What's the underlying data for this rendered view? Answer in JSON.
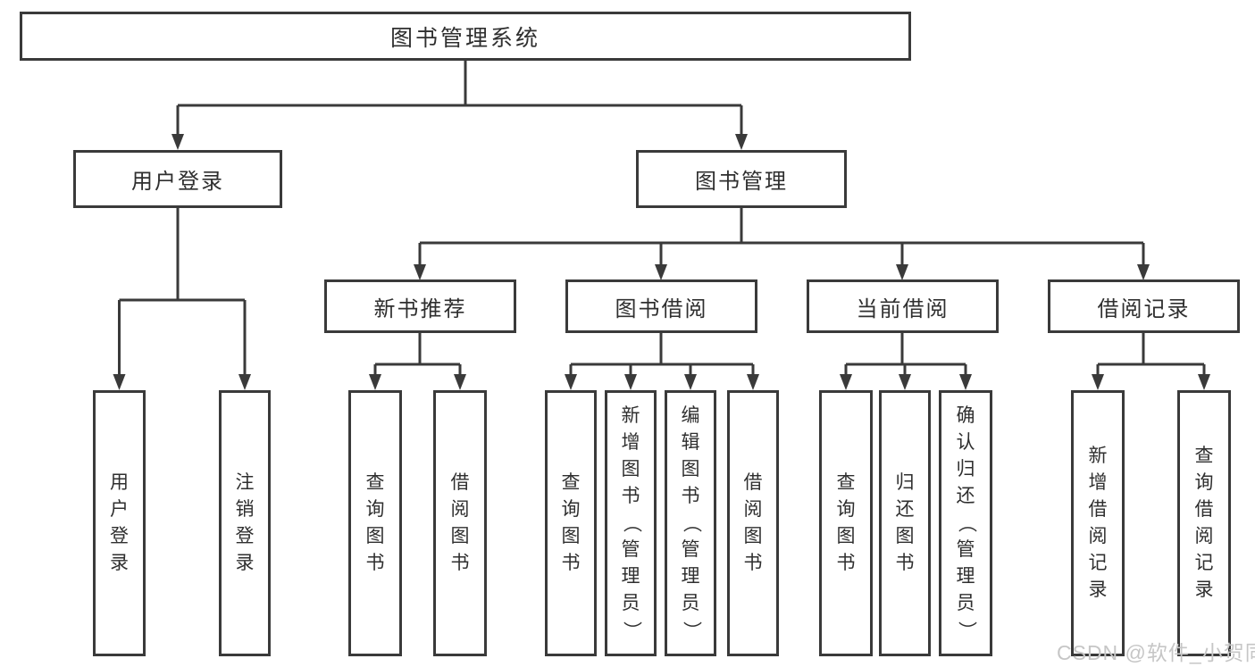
{
  "diagram": {
    "root": {
      "label": "图书管理系统",
      "children": [
        {
          "label": "用户登录",
          "children": [
            {
              "label": "用户登录"
            },
            {
              "label": "注销登录"
            }
          ]
        },
        {
          "label": "图书管理",
          "children": [
            {
              "label": "新书推荐",
              "children": [
                {
                  "label": "查询图书"
                },
                {
                  "label": "借阅图书"
                }
              ]
            },
            {
              "label": "图书借阅",
              "children": [
                {
                  "label": "查询图书"
                },
                {
                  "label": "新增图书（管理员）"
                },
                {
                  "label": "编辑图书（管理员）"
                },
                {
                  "label": "借阅图书"
                }
              ]
            },
            {
              "label": "当前借阅",
              "children": [
                {
                  "label": "查询图书"
                },
                {
                  "label": "归还图书"
                },
                {
                  "label": "确认归还（管理员）"
                }
              ]
            },
            {
              "label": "借阅记录",
              "children": [
                {
                  "label": "新增借阅记录"
                },
                {
                  "label": "查询借阅记录"
                }
              ]
            }
          ]
        }
      ]
    },
    "watermark": "CSDN @软件_小贺同学",
    "colors": {
      "line": "#3a3a3a",
      "box_border": "#3a3a3a",
      "text": "#2f2f2f",
      "watermark_text": "#c6c6c6",
      "background": "#ffffff"
    }
  }
}
